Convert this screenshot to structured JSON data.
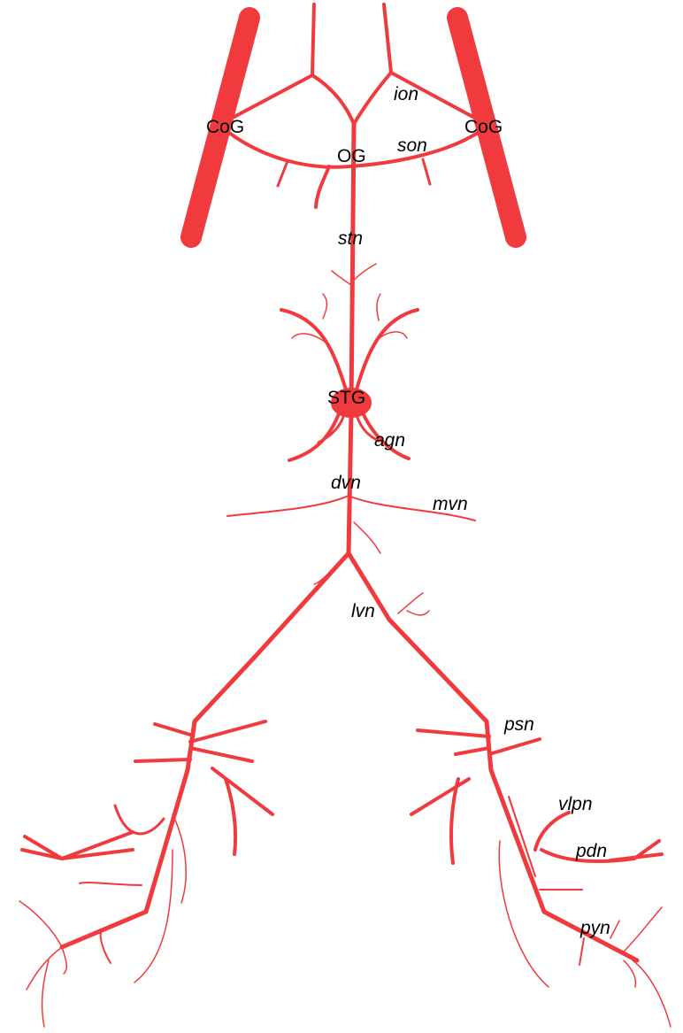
{
  "colors": {
    "nerve": "#f03a3d",
    "label": "#000000",
    "background": "#ffffff"
  },
  "labels": {
    "cog_left": "CoG",
    "cog_right": "CoG",
    "og": "OG",
    "ion": "ion",
    "son": "son",
    "stn": "stn",
    "stg": "STG",
    "agn": "agn",
    "dvn": "dvn",
    "mvn": "mvn",
    "lvn": "lvn",
    "psn": "psn",
    "vlpn": "vlpn",
    "pdn": "pdn",
    "pyn": "pyn"
  }
}
